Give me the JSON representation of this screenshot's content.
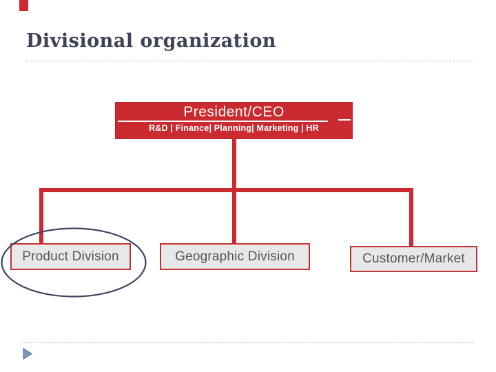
{
  "slide": {
    "title": "Divisional organization",
    "accent_color": "#cb2b30",
    "title_color": "#3d4255",
    "ellipse_color": "#3c4660",
    "node_fill_gray": "#e8e8e9",
    "dash_rule_color": "#c3c7ce"
  },
  "org_chart": {
    "root": {
      "title": "President/CEO",
      "subtitle": "R&D | Finance| Planning| Marketing | HR"
    },
    "children": [
      {
        "label": "Product Division",
        "highlighted": true
      },
      {
        "label": "Geographic Division",
        "highlighted": false
      },
      {
        "label": "Customer/Market",
        "highlighted": false
      }
    ]
  },
  "footer": {
    "nav_icon": "play-triangle-icon",
    "nav_icon_color": "#7d99bb"
  }
}
